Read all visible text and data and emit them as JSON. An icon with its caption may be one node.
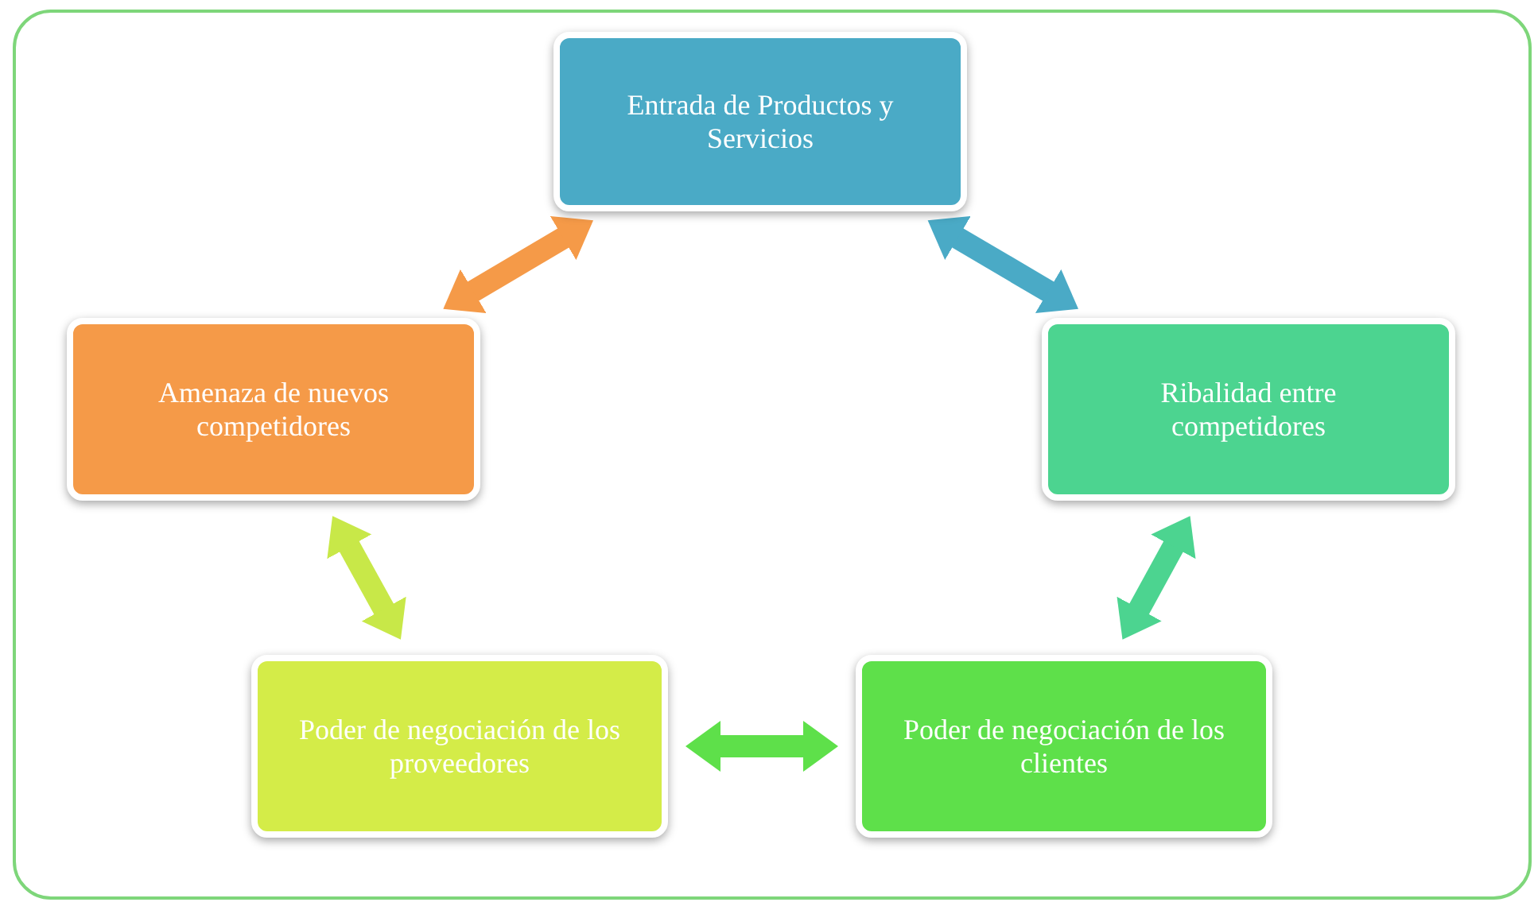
{
  "diagram": {
    "nodes": [
      {
        "text": [
          "Entrada de Productos y Servicios"
        ]
      },
      {
        "text": [
          "Ribalidad entre competidores"
        ]
      },
      {
        "text": [
          "Poder de negociación de los clientes"
        ]
      },
      {
        "text": [
          "Poder de negociación de los proveedores"
        ]
      },
      {
        "text": [
          "Amenaza de nuevos competidores"
        ]
      }
    ],
    "edges": [
      {
        "from": 0,
        "to": 1,
        "arrow": "both",
        "color": "#4aaac6"
      },
      {
        "from": 1,
        "to": 2,
        "arrow": "both",
        "color": "#4cd490"
      },
      {
        "from": 2,
        "to": 3,
        "arrow": "both",
        "color": "#5ee04a"
      },
      {
        "from": 3,
        "to": 4,
        "arrow": "both",
        "color": "#c8e848"
      },
      {
        "from": 4,
        "to": 0,
        "arrow": "both",
        "color": "#f59a48"
      }
    ]
  }
}
